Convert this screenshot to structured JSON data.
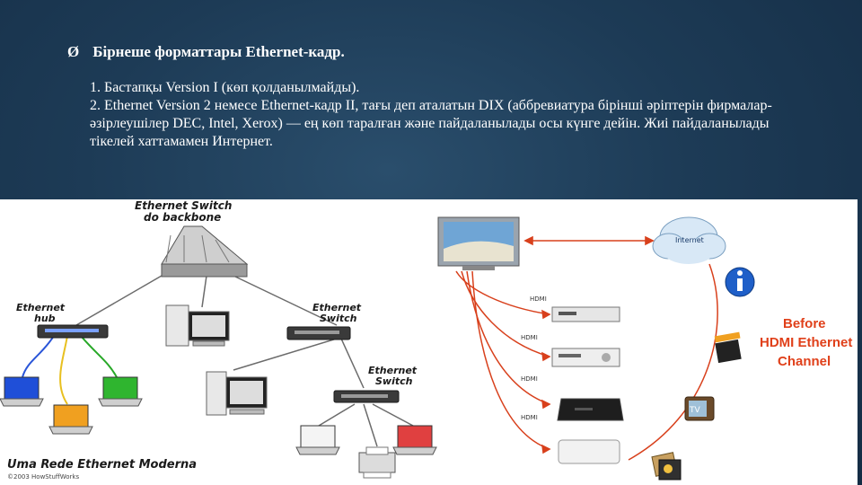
{
  "slide": {
    "heading": "Бірнеше форматтары Ethernet-кадр.",
    "bullet_glyph": "Ø",
    "paragraphs": [
      "1. Бастапқы Version I (көп қолданылмайды).",
      "2. Ethernet Version 2 немесе Ethernet-кадр II, тағы деп аталатын DIX (аббревиатура бірінші әріптерін фирмалар-әзірлеушілер DEC, Intel, Xerox) — ең көп таралған және пайдаланылады осы күнге дейін. Жиі пайдаланылады тікелей хаттамамен Интернет."
    ]
  },
  "left_diagram": {
    "backbone_label_1": "Ethernet Switch",
    "backbone_label_2": "do backbone",
    "hub_label_1": "Ethernet",
    "hub_label_2": "hub",
    "switch1_label_1": "Ethernet",
    "switch1_label_2": "Switch",
    "switch2_label_1": "Ethernet",
    "switch2_label_2": "Switch",
    "caption": "Uma Rede Ethernet Moderna",
    "copyright": "©2003 HowStuffWorks",
    "laptop_colors": [
      "#1f4fd8",
      "#2fb52f",
      "#f0a020",
      "#e04040"
    ]
  },
  "right_diagram": {
    "cloud_label": "Internet",
    "hdmi_labels": [
      "HDMI",
      "HDMI",
      "HDMI",
      "HDMI"
    ],
    "tv_label": "TV",
    "before_lines": [
      "Before",
      "HDMI Ethernet",
      "Channel"
    ],
    "cable_color": "#d8401c",
    "text_color": "#e0401a"
  }
}
